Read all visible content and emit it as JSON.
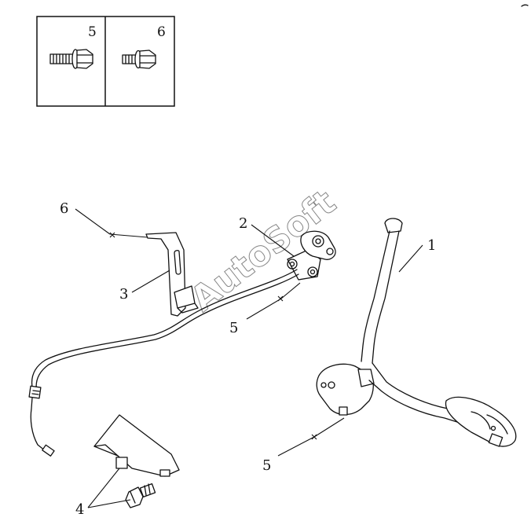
{
  "legend": {
    "items": [
      {
        "number": "5",
        "icon": "flange-bolt-long-icon"
      },
      {
        "number": "6",
        "icon": "flange-bolt-short-icon"
      }
    ]
  },
  "callouts": {
    "c1": "1",
    "c2": "2",
    "c3": "3",
    "c4": "4",
    "c5a": "5",
    "c5b": "5",
    "c6": "6"
  },
  "watermark": "AutoSoft",
  "colors": {
    "line": "#111111",
    "background": "#ffffff"
  }
}
